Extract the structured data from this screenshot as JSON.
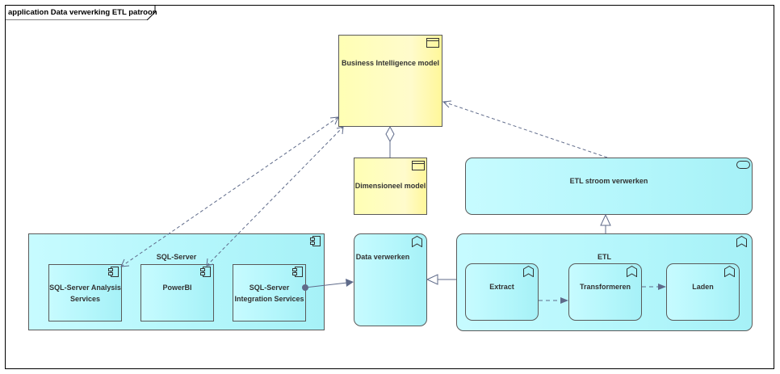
{
  "diagram": {
    "title": "application Data verwerking ETL patroon",
    "nodes": {
      "bi_model": "Business Intelligence model",
      "dim_model": "Dimensioneel model",
      "etl_stroom": "ETL stroom verwerken",
      "sql_server": "SQL-Server",
      "ssas": "SQL-Server Analysis Services",
      "powerbi": "PowerBI",
      "ssis": "SQL-Server Integration Services",
      "data_verwerken": "Data verwerken",
      "etl": "ETL",
      "extract": "Extract",
      "transformeren": "Transformeren",
      "laden": "Laden"
    },
    "node_colors": {
      "data_object": "#ffffb5",
      "application": "#b5ffff",
      "border": "#5a5a5a",
      "edge": "#5f6b8a"
    }
  }
}
